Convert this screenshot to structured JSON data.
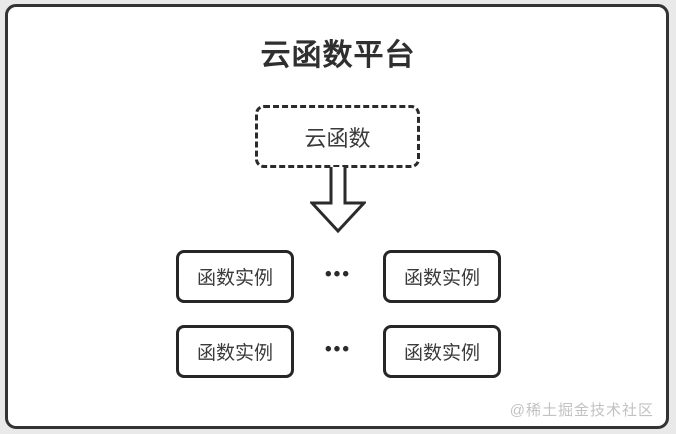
{
  "colors": {
    "canvas_bg": "#e9e9e9",
    "card_bg": "#ffffff",
    "border_dark": "#2b2b2b",
    "card_border": "#333333",
    "text_dark": "#3a3a3a",
    "watermark_gray": "#c2c2c2"
  },
  "diagram": {
    "title": "云函数平台",
    "root_node": "云函数",
    "ellipsis": "•••",
    "rows": [
      {
        "left": "函数实例",
        "right": "函数实例"
      },
      {
        "left": "函数实例",
        "right": "函数实例"
      }
    ],
    "watermark": "@稀土掘金技术社区"
  }
}
